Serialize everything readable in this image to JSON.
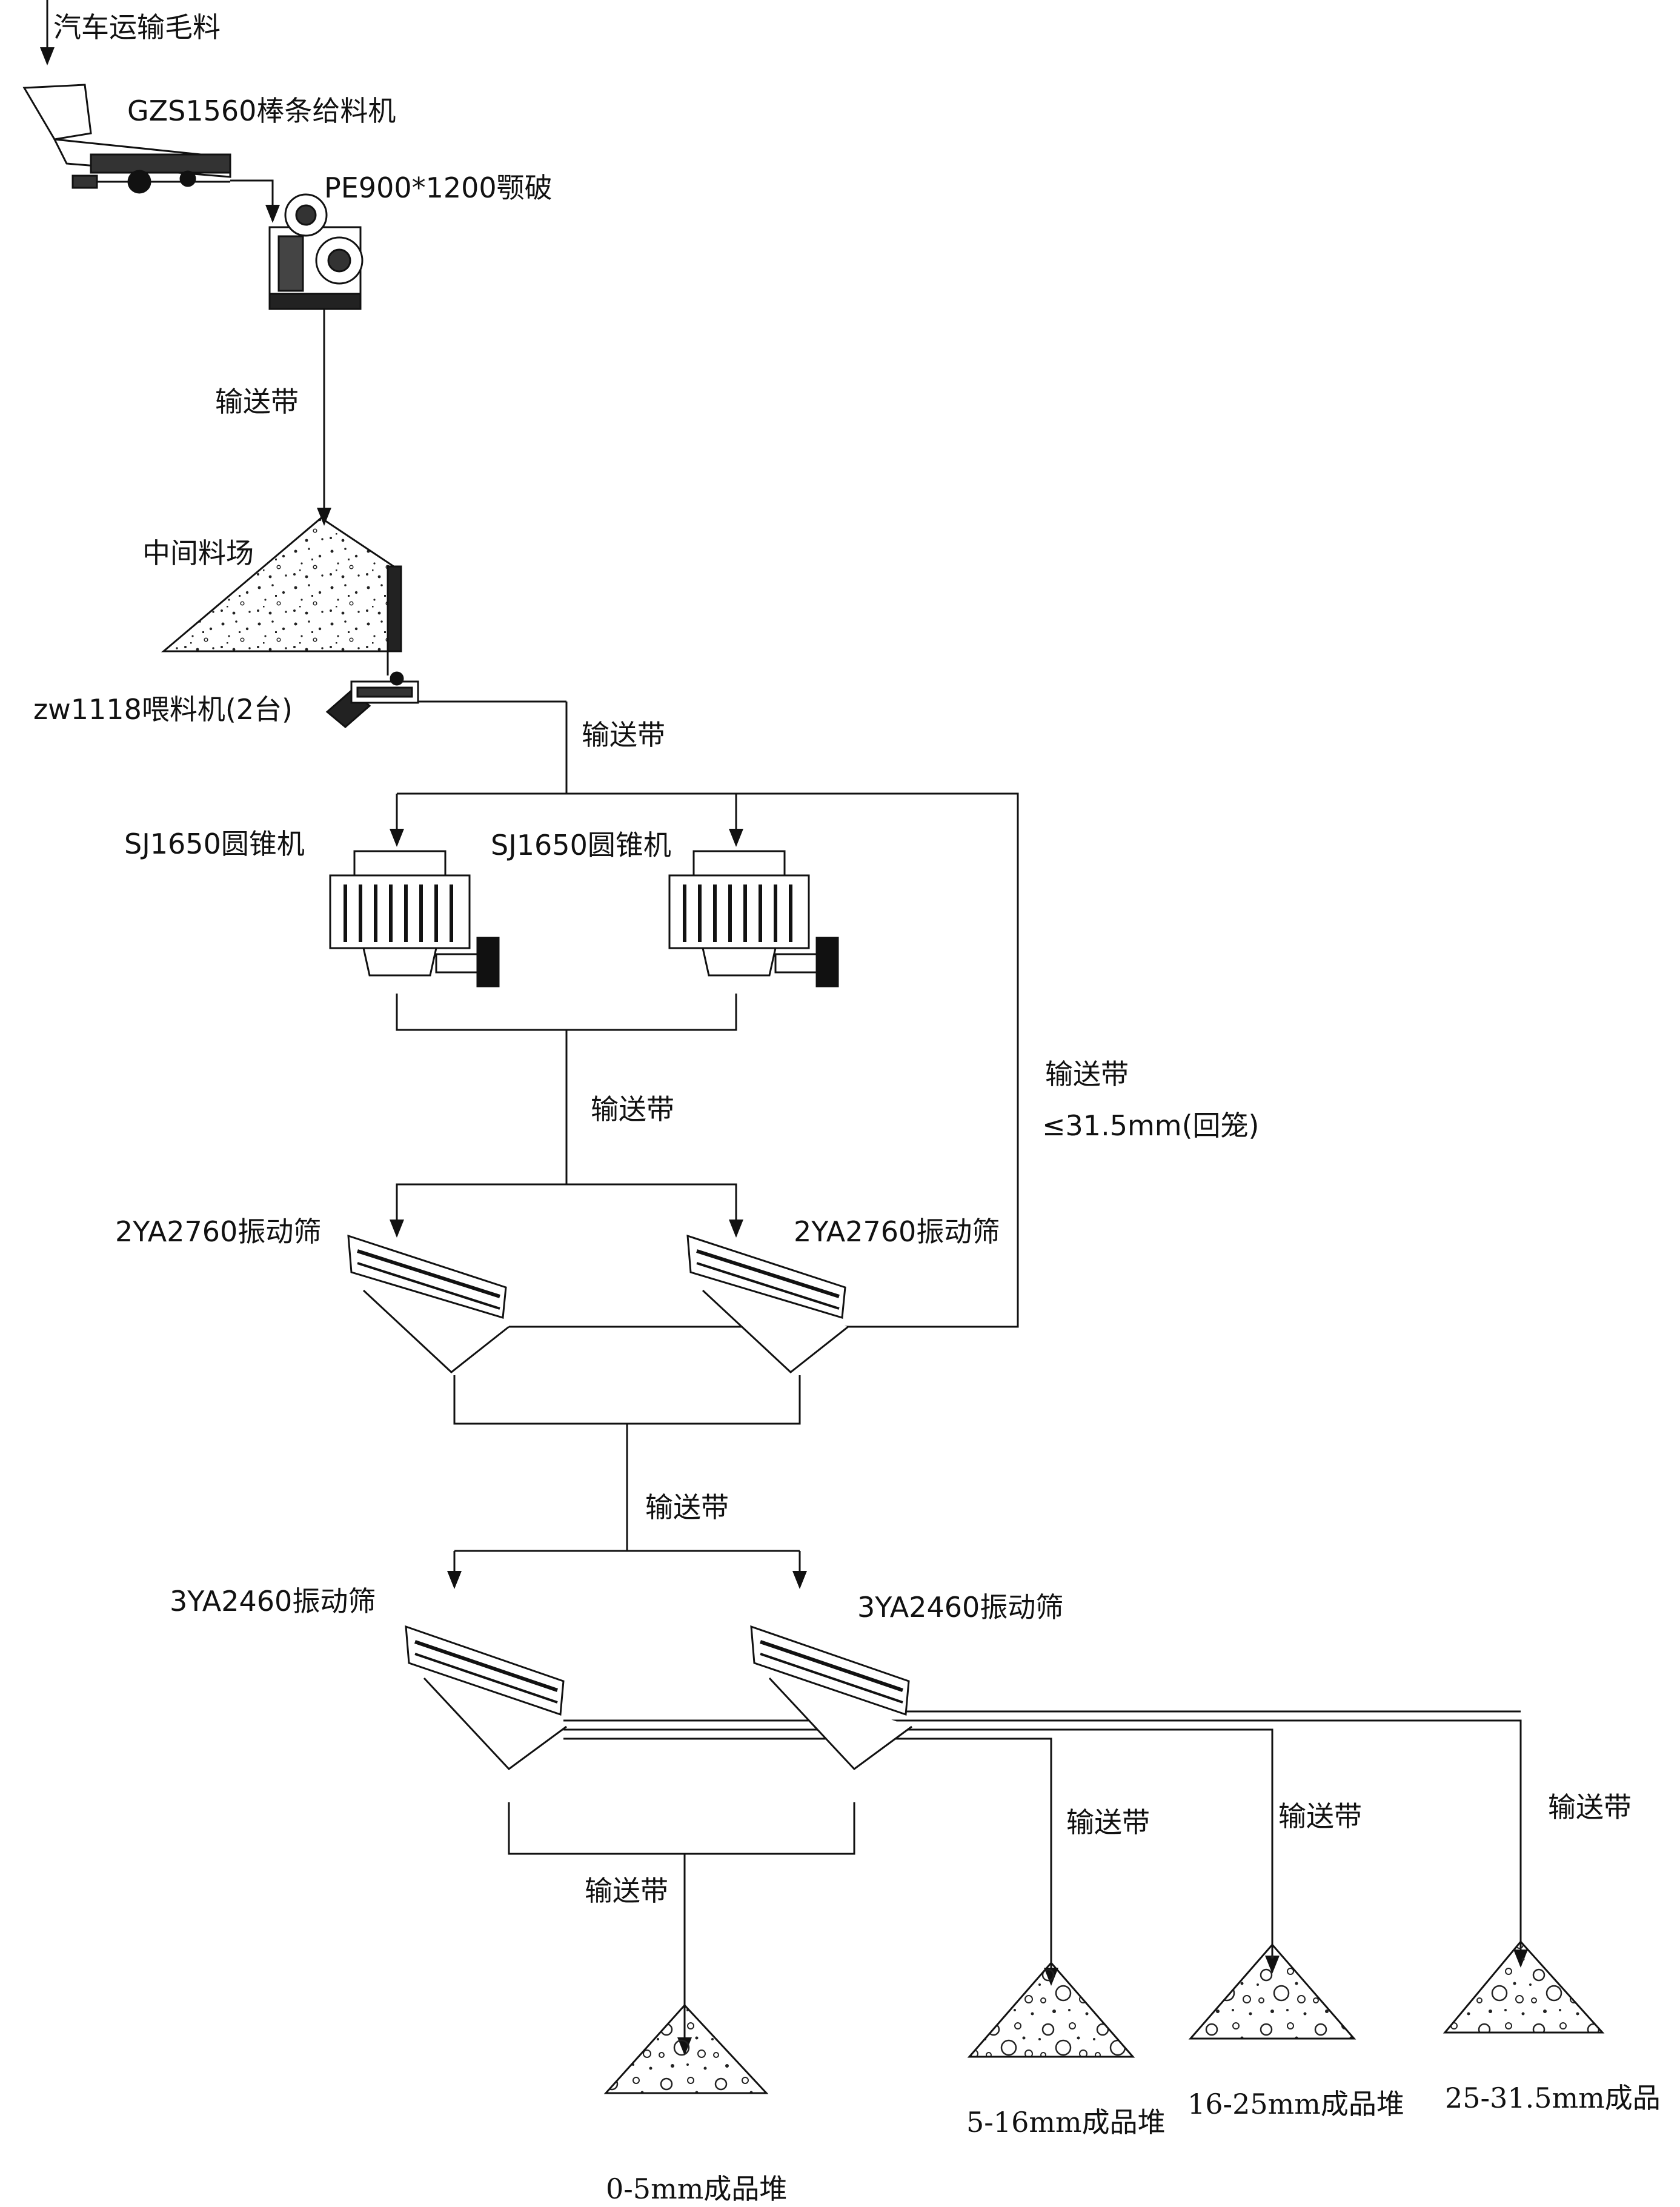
{
  "colors": {
    "line": "#111111",
    "background": "#ffffff"
  },
  "labels": {
    "raw_material": "汽车运输毛料",
    "grizzly_feeder": "GZS1560棒条给料机",
    "jaw_crusher": "PE900*1200颚破",
    "conveyor_1": "输送带",
    "stockpile": "中间料场",
    "vibrating_feeder": "zw1118喂料机(2台)",
    "conveyor_2": "输送带",
    "cone_crusher_left": "SJ1650圆锥机",
    "cone_crusher_right": "SJ1650圆锥机",
    "conveyor_3": "输送带",
    "return_conveyor": "输送带",
    "return_spec": "≤31.5mm(回笼)",
    "screen_2ya_left": "2YA2760振动筛",
    "screen_2ya_right": "2YA2760振动筛",
    "conveyor_4": "输送带",
    "screen_3ya_left": "3YA2460振动筛",
    "screen_3ya_right": "3YA2460振动筛",
    "conveyor_5": "输送带",
    "conveyor_6": "输送带",
    "conveyor_7": "输送带",
    "conveyor_8": "输送带",
    "product_0_5": "0-5mm成品堆",
    "product_5_16": "5-16mm成品堆",
    "product_16_25": "16-25mm成品堆",
    "product_25_31": "25-31.5mm成品"
  }
}
